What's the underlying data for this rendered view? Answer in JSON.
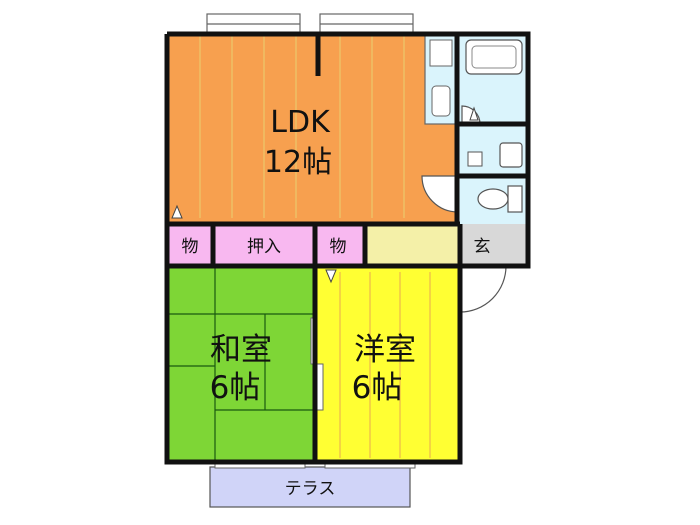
{
  "rooms": {
    "ldk": {
      "name": "LDK",
      "size": "12帖"
    },
    "washitsu": {
      "name": "和室",
      "size": "6帖"
    },
    "youshitsu": {
      "name": "洋室",
      "size": "6帖"
    },
    "closet_left": {
      "label": "物"
    },
    "oshiire": {
      "label": "押入"
    },
    "closet_right": {
      "label": "物"
    },
    "genkan": {
      "label": "玄"
    },
    "terrace": {
      "label": "テラス"
    }
  },
  "colors": {
    "ldk": "#f7a04f",
    "washitsu": "#7ed636",
    "youshitsu": "#ffff33",
    "closet": "#f8b8f0",
    "hall": "#f4f0a8",
    "genkan": "#d8d8d8",
    "wet": "#daf4fc",
    "terrace": "#d0d4f8",
    "wall": "#111111"
  }
}
